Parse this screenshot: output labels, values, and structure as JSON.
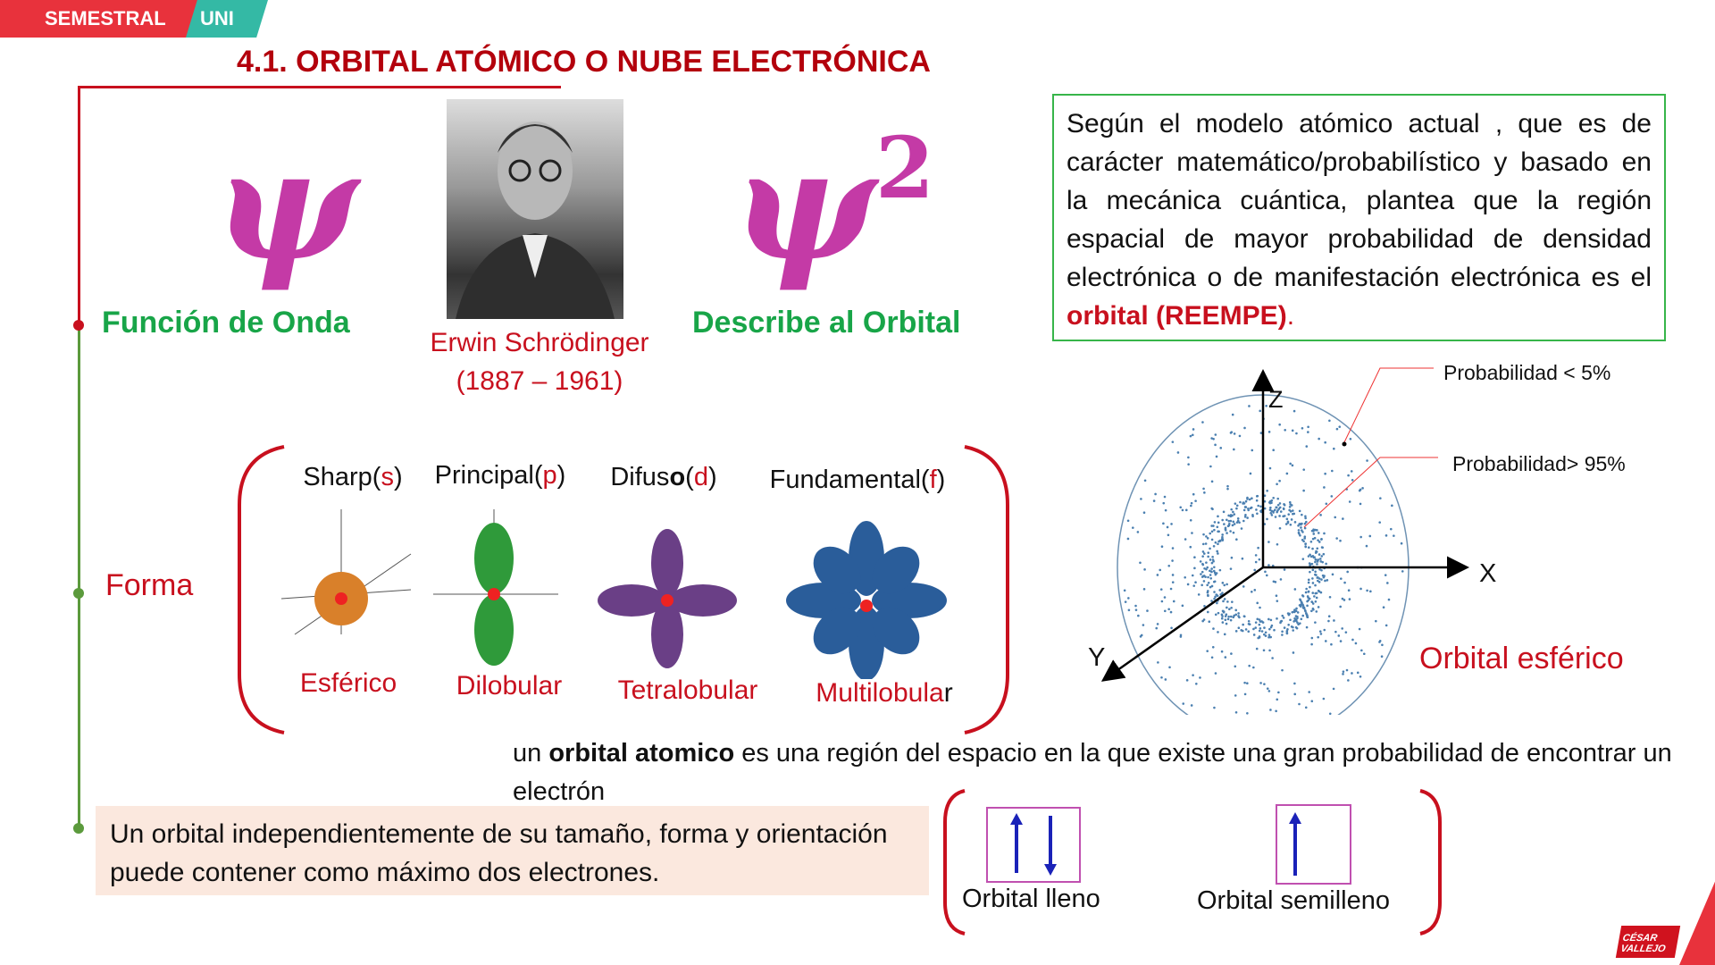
{
  "header": {
    "semestral": "SEMESTRAL",
    "uni": "UNI",
    "title": "4.1. ORBITAL ATÓMICO O NUBE ELECTRÓNICA"
  },
  "top": {
    "psi": "ψ",
    "psi_squared_base": "ψ",
    "psi_squared_exp": "2",
    "wave_function": "Función de Onda",
    "describes": "Describe al Orbital",
    "scientist_name": "Erwin Schrödinger",
    "scientist_years": "(1887 – 1961)"
  },
  "info_box": {
    "text": "Según el modelo atómico actual , que es de carácter matemático/probabilístico y basado en la mecánica cuántica, plantea que la región espacial de mayor probabilidad de densidad electrónica o de manifestación electrónica es el ",
    "highlight": "orbital (REEMPE)",
    "end": "."
  },
  "forma": {
    "label": "Forma",
    "orbitals": [
      {
        "prefix": "Sharp(",
        "letter": "s",
        "suffix": ")",
        "shape": "Esférico"
      },
      {
        "prefix": "Principal(",
        "letter": "p",
        "suffix": ")",
        "shape": "Dilobular"
      },
      {
        "prefix": "Difus",
        "bold": "o",
        "prefix2": "(",
        "letter": "d",
        "suffix": ")",
        "shape": "Tetralobular"
      },
      {
        "prefix": "Fundamental(",
        "letter": "f",
        "suffix": ")",
        "shape": "Multilobula",
        "shape_end": "r"
      }
    ]
  },
  "sphere": {
    "axis_z": "Z",
    "axis_x": "X",
    "axis_y": "Y",
    "prob_low": "Probabilidad < 5%",
    "prob_high": "Probabilidad> 95%",
    "caption": "Orbital esférico"
  },
  "definition": {
    "pre": "un ",
    "bold": "orbital atomico",
    "rest": " es una región del espacio en la que existe una gran probabilidad de encontrar un electrón"
  },
  "note": "Un orbital independientemente de su tamaño, forma y orientación puede contener como máximo dos electrones.",
  "boxes": {
    "full": "Orbital lleno",
    "half": "Orbital semilleno"
  },
  "logo": "CÉSAR VALLEJO",
  "colors": {
    "red": "#c8101e",
    "green": "#18a548",
    "psi": "#c43aa6",
    "teal": "#34b9a5"
  }
}
